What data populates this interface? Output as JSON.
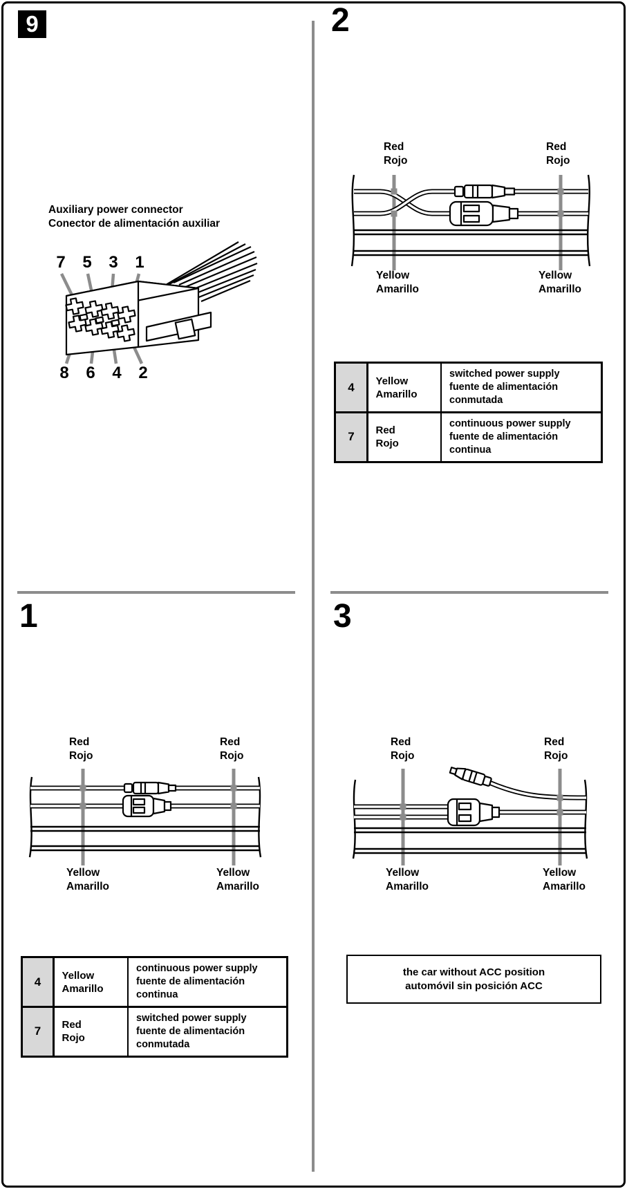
{
  "colors": {
    "divider_gray": "#8c8c8c",
    "table_pin_bg": "#d8d8d8",
    "ink": "#000000",
    "paper": "#ffffff"
  },
  "labels": {
    "red_en": "Red",
    "red_es": "Rojo",
    "yellow_en": "Yellow",
    "yellow_es": "Amarillo"
  },
  "section9": {
    "number": "9",
    "caption_en": "Auxiliary power connector",
    "caption_es": "Conector de alimentación auxiliar",
    "pins_top": [
      "7",
      "5",
      "3",
      "1"
    ],
    "pins_bottom": [
      "8",
      "6",
      "4",
      "2"
    ]
  },
  "section2": {
    "number": "2",
    "table": {
      "rows": [
        {
          "pin": "4",
          "wire_en": "Yellow",
          "wire_es": "Amarillo",
          "desc_en": "switched power supply",
          "desc_es_1": "fuente de alimentación",
          "desc_es_2": "conmutada"
        },
        {
          "pin": "7",
          "wire_en": "Red",
          "wire_es": "Rojo",
          "desc_en": "continuous power supply",
          "desc_es_1": "fuente de alimentación",
          "desc_es_2": "continua"
        }
      ]
    }
  },
  "section1": {
    "number": "1",
    "table": {
      "rows": [
        {
          "pin": "4",
          "wire_en": "Yellow",
          "wire_es": "Amarillo",
          "desc_en": "continuous power supply",
          "desc_es_1": "fuente de alimentación",
          "desc_es_2": "continua"
        },
        {
          "pin": "7",
          "wire_en": "Red",
          "wire_es": "Rojo",
          "desc_en": "switched power supply",
          "desc_es_1": "fuente de alimentación",
          "desc_es_2": "conmutada"
        }
      ]
    }
  },
  "section3": {
    "number": "3",
    "note_line1": "the car without ACC position",
    "note_line2": "automóvil sin posición ACC"
  }
}
